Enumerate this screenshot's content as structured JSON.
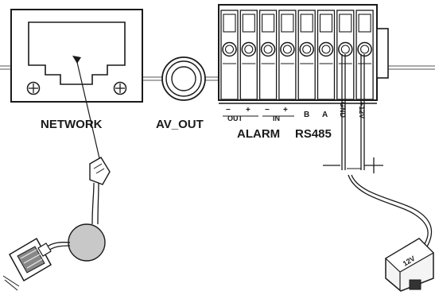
{
  "labels": {
    "network": "NETWORK",
    "av_out": "AV_OUT",
    "alarm": "ALARM",
    "rs485": "RS485",
    "out": "OUT",
    "in": "IN",
    "pin_b": "B",
    "pin_a": "A",
    "gnd": "GND",
    "v12": "+12V",
    "adapter": "12V"
  },
  "terminal_pins": [
    {
      "top": "−"
    },
    {
      "top": "+"
    },
    {
      "top": "−"
    },
    {
      "top": "+"
    },
    {
      "top": ""
    },
    {
      "top": ""
    },
    {
      "top": ""
    },
    {
      "top": ""
    }
  ],
  "icons": {
    "network_port": "rj45-port-icon",
    "av_port": "av-connector-icon",
    "terminal_block": "terminal-block-icon",
    "network_cable": "network-cable-icon",
    "power_adapter": "power-adapter-icon"
  }
}
